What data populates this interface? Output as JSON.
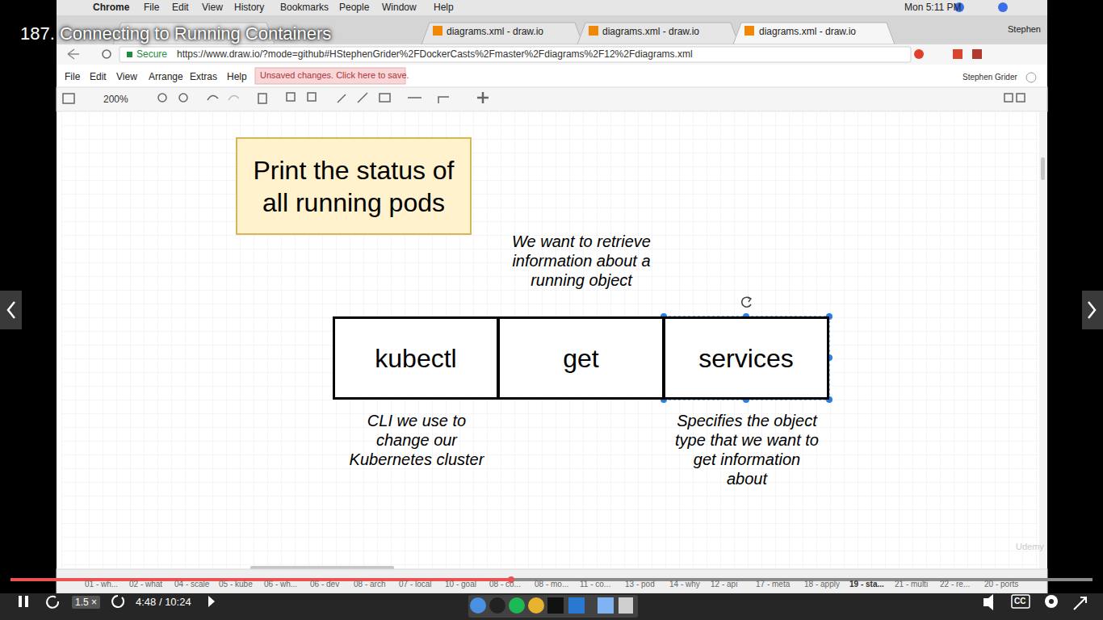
{
  "diagram": {
    "nodes": [
      {
        "text": [
          "Print the status of all running pods"
        ]
      },
      {
        "text": [
          "kubectl"
        ]
      },
      {
        "text": [
          "get"
        ]
      },
      {
        "text": [
          "services"
        ]
      }
    ],
    "labels": [
      "187. Connecting to Running Containers",
      "Chrome",
      "File",
      "Edit",
      "View",
      "History",
      "Bookmarks",
      "People",
      "Window",
      "Help",
      "Mon 5:11 PM",
      "diagrams.xml - draw.io",
      "diagrams.xml - draw.io",
      "diagrams.xml - draw.io",
      "Stephen",
      "Secure",
      "https://www.draw.io/?mode=github#HStephenGrider%2FDockerCasts%2Fmaster%2Fdiagrams%2F12%2Fdiagrams.xml",
      "File",
      "Edit",
      "View",
      "Arrange",
      "Extras",
      "Help",
      "Unsaved changes. Click here to save.",
      "Stephen Grider",
      "200%",
      "We want to retrieve information about a running object",
      "CLI we use to change our Kubernetes cluster",
      "Specifies the object type that we want to get information about",
      "01 - wh...",
      "02 - what",
      "04 - scale",
      "05 - kube",
      "06 - wh...",
      "06 - dev",
      "08 - arch",
      "07 - local",
      "10 - goal",
      "08 - co...",
      "08 - mo...",
      "11 - co...",
      "13 - pod",
      "14 - why",
      "12 - api",
      "17 - meta",
      "18 - apply",
      "19 - sta...",
      "21 - multi",
      "22 - re...",
      "20 - ports",
      "1.5 ×",
      "4:48 / 10:24",
      "CC",
      "Udemy"
    ]
  }
}
